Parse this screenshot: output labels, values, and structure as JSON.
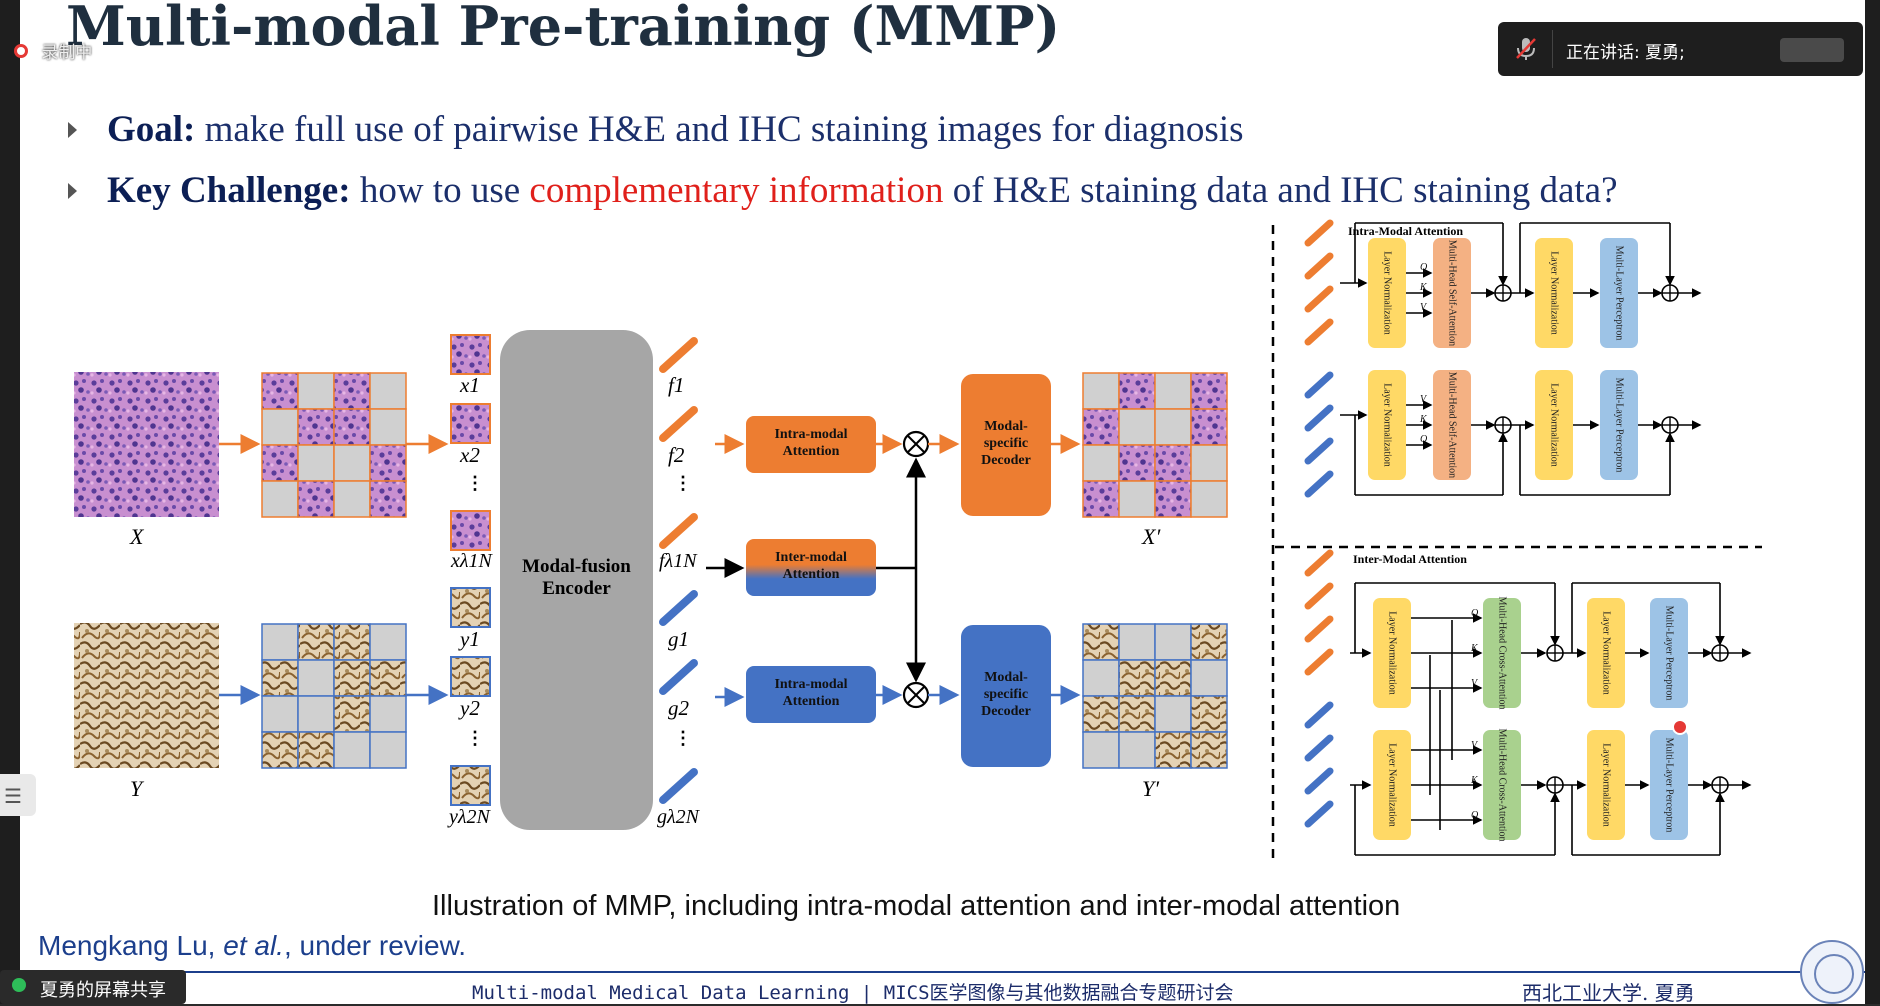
{
  "slide": {
    "title": "Multi-modal Pre-training (MMP)",
    "bullets": [
      {
        "label": "Goal:",
        "text": " make full use of pairwise H&E and IHC staining images for diagnosis"
      },
      {
        "label": "Key Challenge:",
        "text_before": " how to use ",
        "highlight": "complementary information",
        "text_after": " of H&E staining data and IHC staining data?"
      }
    ],
    "caption": "Illustration of MMP, including intra-modal attention and inter-modal attention",
    "reference": {
      "author": "Mengkang Lu, ",
      "etal": "et al.",
      "rest": ", under review."
    },
    "footer": {
      "center": "Multi-modal Medical Data Learning | MICS医学图像与其他数据融合专题研讨会",
      "right": "西北工业大学. 夏勇"
    }
  },
  "diagram": {
    "inputs": {
      "he": "X",
      "ihc": "Y",
      "he_rec": "X′",
      "ihc_rec": "Y′"
    },
    "patches_he": [
      "x1",
      "x2",
      "⋮",
      "xλ1N"
    ],
    "patches_ihc": [
      "y1",
      "y2",
      "⋮",
      "yλ2N"
    ],
    "encoder": "Modal-fusion Encoder",
    "tokens_f": [
      "f1",
      "f2",
      "⋮",
      "fλ1N"
    ],
    "tokens_g": [
      "g1",
      "g2",
      "⋮",
      "gλ2N"
    ],
    "intra_attention": "Intra-modal Attention",
    "inter_attention": "Inter-modal Attention",
    "decoder": "Modal-specific Decoder",
    "panel_top_title": "Intra-Modal Attention",
    "panel_bottom_title": "Inter-Modal Attention",
    "layer_norm": "Layer Normalization",
    "mh_self": "Multi-Head Self-Attention",
    "mh_cross": "Multi-Head Cross-Attention",
    "mlp": "Multi-Layer Perceptron",
    "qkv": [
      "Q",
      "K",
      "V"
    ]
  },
  "overlay": {
    "recording": "录制中",
    "speaking": "正在讲话: 夏勇;",
    "share": "夏勇的屏幕共享"
  },
  "colors": {
    "orange": "#ed7d31",
    "blue": "#4472c4",
    "gray_encoder": "#a6a6a6",
    "yellow": "#ffd966",
    "salmon": "#f4b183",
    "lightblue": "#9dc3e6",
    "green": "#a9d18e"
  }
}
